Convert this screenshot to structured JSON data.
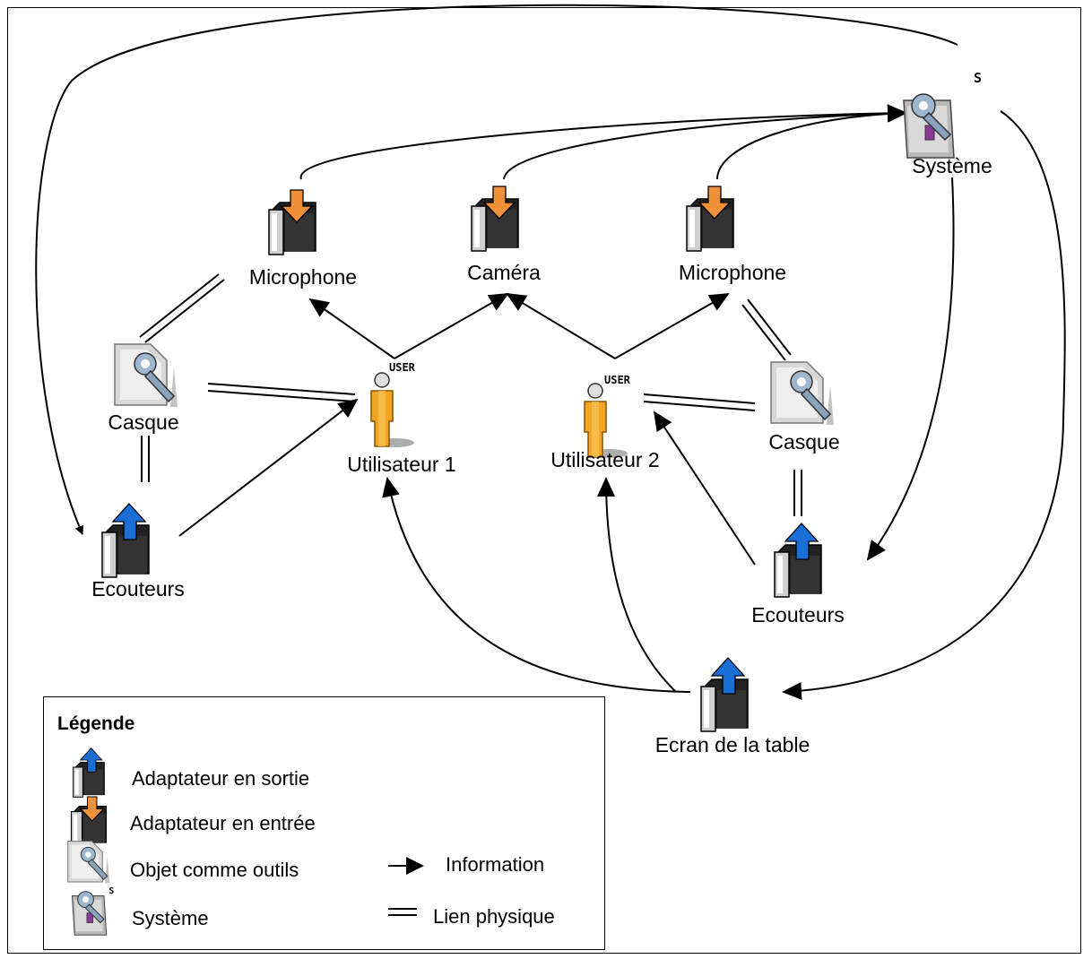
{
  "nodes": {
    "systeme": "Système",
    "microphone_1": "Microphone",
    "camera": "Caméra",
    "microphone_2": "Microphone",
    "casque_1": "Casque",
    "casque_2": "Casque",
    "utilisateur_1": "Utilisateur 1",
    "utilisateur_2": "Utilisateur 2",
    "ecouteurs_1": "Ecouteurs",
    "ecouteurs_2": "Ecouteurs",
    "ecran": "Ecran de la table"
  },
  "icon_badges": {
    "user": "USER",
    "system": "S"
  },
  "legend": {
    "title": "Légende",
    "output_adapter": "Adaptateur en sortie",
    "input_adapter": "Adaptateur en entrée",
    "tool_object": "Objet comme outils",
    "system": "Système",
    "information": "Information",
    "physical_link": "Lien physique"
  },
  "colors": {
    "input_arrow": "#f0913a",
    "output_arrow": "#1a6fd6",
    "user_body": "#f2a623"
  }
}
